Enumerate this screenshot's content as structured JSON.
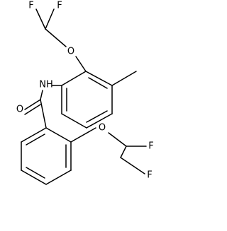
{
  "molecule": {
    "atoms": {
      "f_top_left": "F",
      "f_top_right": "F",
      "o_upper_ether": "O",
      "nh_amide": "NH",
      "o_carbonyl": "O",
      "o_lower_ether": "O",
      "f_lower_top": "F",
      "f_lower_bottom": "F"
    }
  },
  "colors": {
    "bond": "#000000",
    "label": "#000000",
    "background": "#ffffff"
  }
}
